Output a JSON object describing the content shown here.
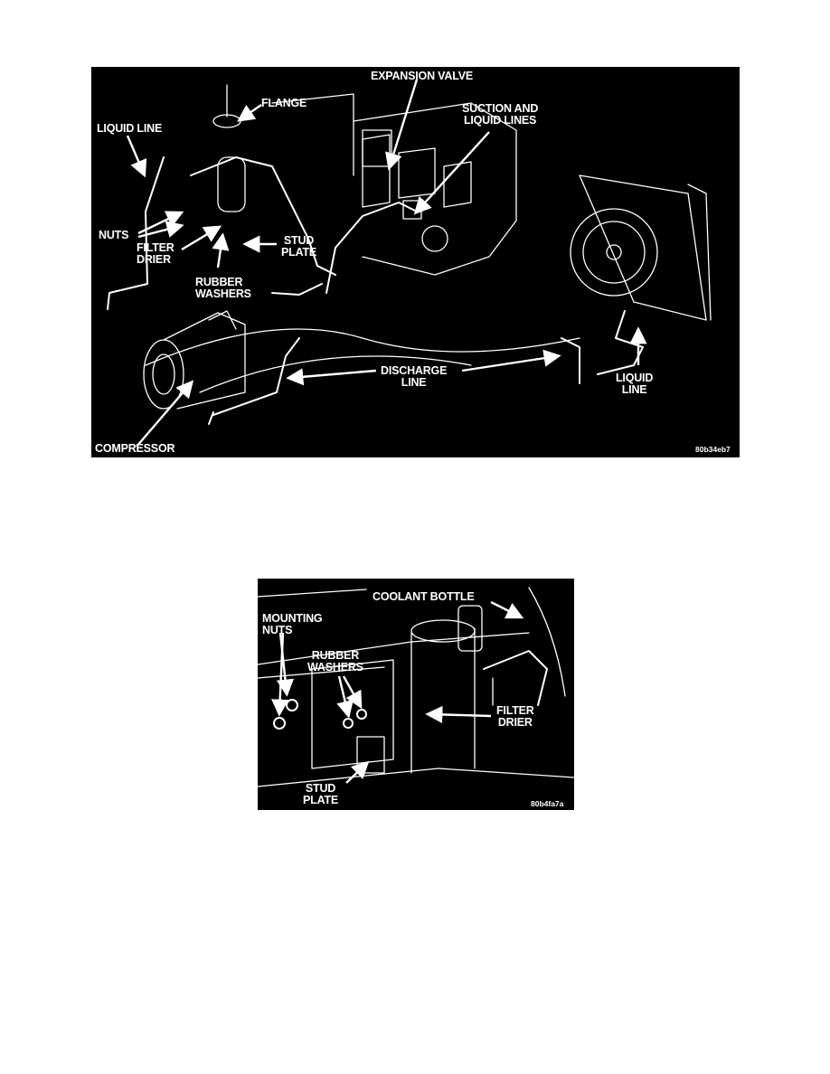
{
  "figure1": {
    "labels": {
      "expansion_valve": "EXPANSION VALVE",
      "flange": "FLANGE",
      "liquid_line_top": "LIQUID LINE",
      "suction_liquid_1": "SUCTION AND",
      "suction_liquid_2": "LIQUID LINES",
      "nuts": "NUTS",
      "filter_1": "FILTER",
      "filter_2": "DRIER",
      "stud_1": "STUD",
      "stud_2": "PLATE",
      "rubber_1": "RUBBER",
      "rubber_2": "WASHERS",
      "discharge_1": "DISCHARGE",
      "discharge_2": "LINE",
      "liquid_right_1": "LIQUID",
      "liquid_right_2": "LINE",
      "compressor": "COMPRESSOR"
    },
    "code": "80b34eb7"
  },
  "figure2": {
    "labels": {
      "coolant_bottle": "COOLANT BOTTLE",
      "mounting_1": "MOUNTING",
      "mounting_2": "NUTS",
      "rubber_1": "RUBBER",
      "rubber_2": "WASHERS",
      "filter_1": "FILTER",
      "filter_2": "DRIER",
      "stud_1": "STUD",
      "stud_2": "PLATE"
    },
    "code": "80b4fa7a"
  }
}
